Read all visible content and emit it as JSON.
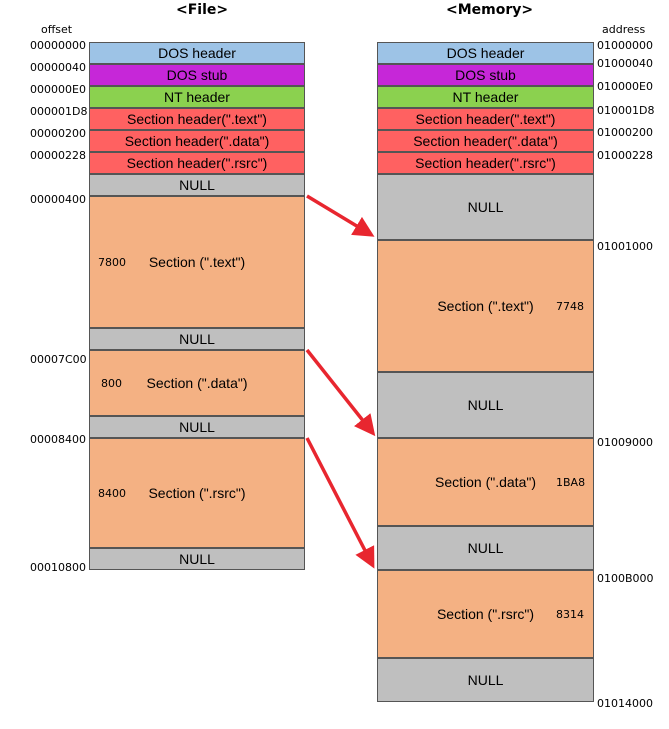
{
  "titles": {
    "file": "<File>",
    "memory": "<Memory>"
  },
  "labels": {
    "offset": "offset",
    "address": "address"
  },
  "colors": {
    "dos_header": "#9DC3E6",
    "dos_stub": "#C627D8",
    "nt_header": "#8BD14F",
    "section_header": "#FF6161",
    "null": "#BFBFBF",
    "section": "#F4B183",
    "arrow": "#E8262F"
  },
  "file": {
    "offsets": [
      "00000000",
      "00000040",
      "000000E0",
      "000001D8",
      "00000200",
      "00000228",
      "00000400",
      "00007C00",
      "00008400",
      "00010800"
    ],
    "blocks": {
      "dos_header": "DOS header",
      "dos_stub": "DOS stub",
      "nt_header": "NT header",
      "sh_text": "Section header(\".text\")",
      "sh_data": "Section header(\".data\")",
      "sh_rsrc": "Section header(\".rsrc\")",
      "null_1": "NULL",
      "sec_text": "Section (\".text\")",
      "null_2": "NULL",
      "sec_data": "Section (\".data\")",
      "null_3": "NULL",
      "sec_rsrc": "Section (\".rsrc\")",
      "null_4": "NULL"
    },
    "sizes": {
      "text": "7800",
      "data": "800",
      "rsrc": "8400"
    }
  },
  "memory": {
    "addresses": [
      "01000000",
      "01000040",
      "010000E0",
      "010001D8",
      "01000200",
      "01000228",
      "01001000",
      "01009000",
      "0100B000",
      "01014000"
    ],
    "blocks": {
      "dos_header": "DOS header",
      "dos_stub": "DOS stub",
      "nt_header": "NT header",
      "sh_text": "Section header(\".text\")",
      "sh_data": "Section header(\".data\")",
      "sh_rsrc": "Section header(\".rsrc\")",
      "null_1": "NULL",
      "sec_text": "Section (\".text\")",
      "null_2": "NULL",
      "sec_data": "Section (\".data\")",
      "null_3": "NULL",
      "sec_rsrc": "Section (\".rsrc\")",
      "null_4": "NULL"
    },
    "sizes": {
      "text": "7748",
      "data": "1BA8",
      "rsrc": "8314"
    }
  }
}
